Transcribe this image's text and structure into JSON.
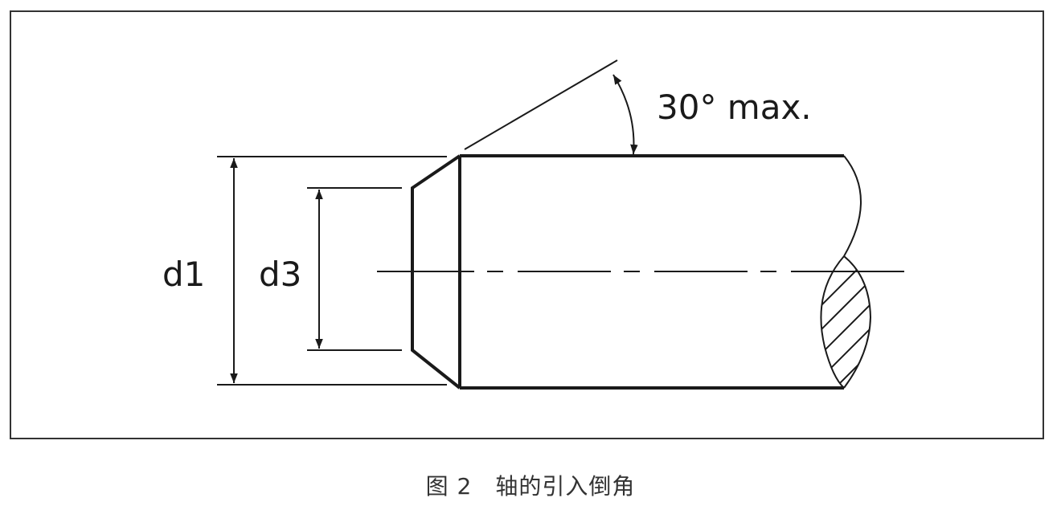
{
  "diagram": {
    "angle_label": "30° max.",
    "d1_label": "d1",
    "d3_label": "d3"
  },
  "caption": "图 2　轴的引入倒角",
  "colors": {
    "stroke": "#1a1a1a",
    "frame": "#333333",
    "caption": "#333333"
  }
}
